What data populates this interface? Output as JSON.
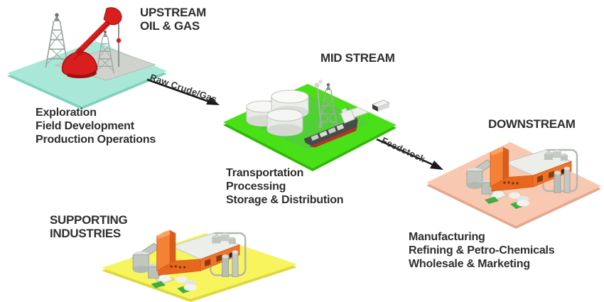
{
  "stages": {
    "upstream": {
      "title_lines": [
        "UPSTREAM",
        "OIL & GAS"
      ],
      "activities": [
        "Exploration",
        "Field Development",
        "Production Operations"
      ],
      "platform_color": "#a9e8d7",
      "platform_edge_color": "#7fd2bd"
    },
    "midstream": {
      "title_lines": [
        "MID STREAM"
      ],
      "activities": [
        "Transportation",
        "Processing",
        "Storage & Distribution"
      ],
      "platform_color": "#4ae018",
      "platform_edge_color": "#31b70c"
    },
    "downstream": {
      "title_lines": [
        "DOWNSTREAM"
      ],
      "activities": [
        "Manufacturing",
        "Refining & Petro-Chemicals",
        "Wholesale & Marketing"
      ],
      "platform_color": "#f8c8b1",
      "platform_edge_color": "#e2a98d"
    },
    "supporting": {
      "title_lines": [
        "SUPPORTING",
        "INDUSTRIES"
      ],
      "platform_color": "#f7f45e",
      "platform_edge_color": "#ddd83e"
    }
  },
  "flows": {
    "raw_crude_gas": {
      "label": "Raw Crude/Gas"
    },
    "feedstock": {
      "label": "Feedstock"
    }
  },
  "accent_colors": {
    "pump_red": "#d81e1e",
    "factory_orange": "#f0722a",
    "text": "#2e2e2e"
  }
}
